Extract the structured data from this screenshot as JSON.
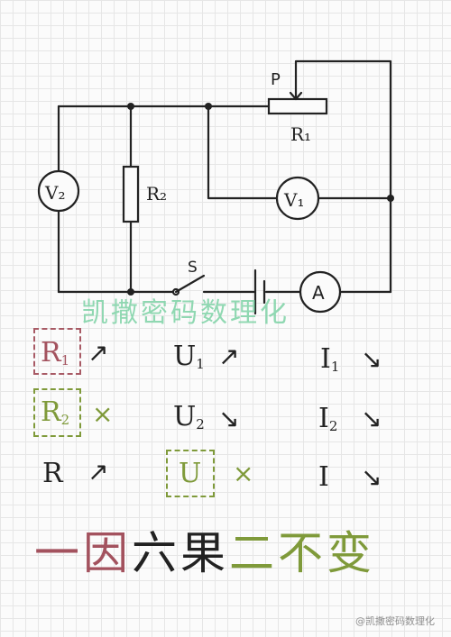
{
  "circuit": {
    "slider_label": "P",
    "r1_label": "R₁",
    "r2_label": "R₂",
    "v1_label": "V₁",
    "v2_label": "V₂",
    "ammeter_label": "A",
    "switch_label": "S"
  },
  "watermark": "凯撒密码数理化",
  "analysis": {
    "row1": {
      "sym": "R",
      "sub": "1",
      "change": "↗",
      "u_sym": "U",
      "u_sub": "1",
      "u_change": "↗",
      "i_sym": "I",
      "i_sub": "1",
      "i_change": "↘"
    },
    "row2": {
      "sym": "R",
      "sub": "2",
      "change": "×",
      "u_sym": "U",
      "u_sub": "2",
      "u_change": "↘",
      "i_sym": "I",
      "i_sub": "2",
      "i_change": "↘"
    },
    "row3": {
      "sym": "R",
      "change": "↗",
      "u_sym": "U",
      "u_change": "×",
      "i_sym": "I",
      "i_change": "↘"
    }
  },
  "slogan": {
    "part1": "一因",
    "part2": "六果",
    "part3": "二不变"
  },
  "credit": "@凯撒密码数理化",
  "colors": {
    "red": "#a3525e",
    "green": "#7f9a3a",
    "watermark": "#7ed3a6"
  }
}
